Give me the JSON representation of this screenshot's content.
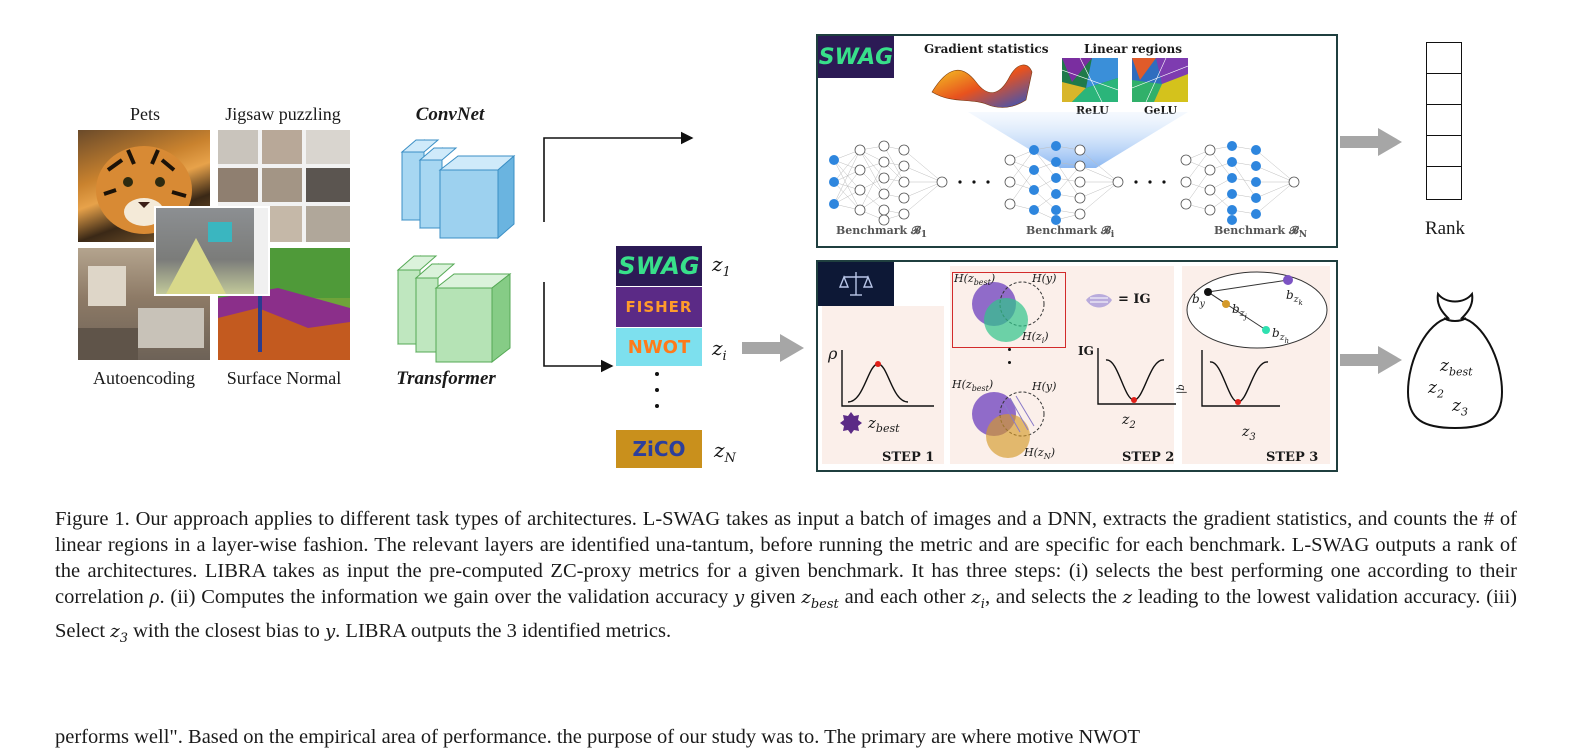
{
  "left_panel": {
    "tasks": {
      "top_left": "Pets",
      "top_right": "Jigsaw puzzling",
      "bottom_left": "Autoencoding",
      "bottom_right": "Surface Normal"
    },
    "architectures": {
      "top": "ConvNet",
      "bottom": "Transformer"
    }
  },
  "proxies": {
    "items": [
      "SWAG",
      "FISHER",
      "NWOT",
      "ZiCO"
    ],
    "labels": {
      "first": "z",
      "first_sub": "1",
      "mid": "z",
      "mid_sub": "i",
      "last": "z",
      "last_sub": "N"
    }
  },
  "swag_panel": {
    "logo": "SWAG",
    "gradient_stats": "Gradient statistics",
    "linear_regions": "Linear regions",
    "relu": "ReLU",
    "gelu": "GeLU",
    "bench_1": "Benchmark 𝓑",
    "bench_1_sub": "1",
    "bench_i": "Benchmark 𝓑",
    "bench_i_sub": "i",
    "bench_n": "Benchmark 𝓑",
    "bench_n_sub": "N",
    "output": "Rank"
  },
  "libra_panel": {
    "step1": "STEP 1",
    "step2": "STEP 2",
    "step3": "STEP 3",
    "rho": "ρ",
    "zbest": "z",
    "zbest_sub": "best",
    "ig_eq": "= IG",
    "ig_axis": "IG",
    "z2": "z",
    "z2_sub": "2",
    "z3": "z",
    "z3_sub": "3",
    "h_zbest": "H(z",
    "h_zbest_sub": "best",
    "h_y": "H(y)",
    "h_zi": "H(z",
    "h_zi_sub": "i",
    "h_zn": "H(z",
    "h_zn_sub": "N",
    "bias_axis": "|b",
    "bias_y": "b",
    "bias_y_sub": "y",
    "bzk": "b",
    "bzk_sub": "z",
    "bzk_subsub": "k",
    "bzj": "b",
    "bzj_sub": "z",
    "bzj_subsub": "j",
    "bzh": "b",
    "bzh_sub": "z",
    "bzh_subsub": "h",
    "bag_best": "z",
    "bag_best_sub": "best",
    "bag_2": "z",
    "bag_2_sub": "2",
    "bag_3": "z",
    "bag_3_sub": "3"
  },
  "caption": {
    "p1": "Figure 1. Our approach applies to different task types of architectures. L-SWAG takes as input a batch of images and a DNN, extracts the gradient statistics, and counts the # of linear regions in a layer-wise fashion. The relevant layers are identified una-tantum, before running the metric and are specific for each benchmark. L-SWAG outputs a rank of the architectures. LIBRA takes as input the pre-computed ZC-proxy metrics for a given benchmark. It has three steps: (i) selects the best performing one according to their correlation ",
    "rho": "ρ",
    "p2": ". (ii) Computes the information we gain over the validation accuracy ",
    "y1": "y",
    "p3": " given ",
    "zbest": "z",
    "zbest_sub": "best",
    "p4": " and each other ",
    "zi": "z",
    "zi_sub": "i",
    "p5": ", and selects the ",
    "z": "z",
    "p6": " leading to the lowest validation accuracy. (iii) Select ",
    "z3": "z",
    "z3_sub": "3",
    "p7": " with the closest bias to ",
    "y2": "y",
    "p8": ". LIBRA outputs the 3 identified metrics."
  },
  "tail_text": "performs well\". Based on the empirical area of performance. the purpose of our study was to. The primary are where motive NWOT"
}
